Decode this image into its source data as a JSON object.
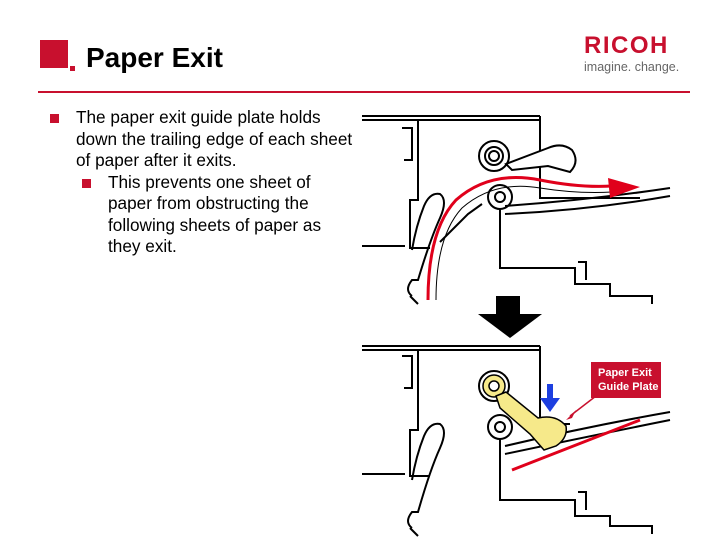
{
  "header": {
    "title": "Paper Exit",
    "logo_text": "RICOH",
    "logo_tagline": "imagine. change."
  },
  "bullets": {
    "main": "The paper exit guide plate holds down the trailing edge of each sheet of paper after it exits.",
    "sub": "This prevents one sheet of paper from obstructing the following sheets of paper as they exit."
  },
  "diagram": {
    "callout_line1": "Paper Exit",
    "callout_line2": "Guide Plate",
    "colors": {
      "paper_path": "#e0001b",
      "guide_plate": "#f6e98a",
      "push_arrow": "#1d3fe0",
      "accent": "#c8102e"
    },
    "icons": [
      "down-arrow-icon",
      "roller-icon",
      "red-paper-path-arrow",
      "blue-push-arrow"
    ]
  }
}
